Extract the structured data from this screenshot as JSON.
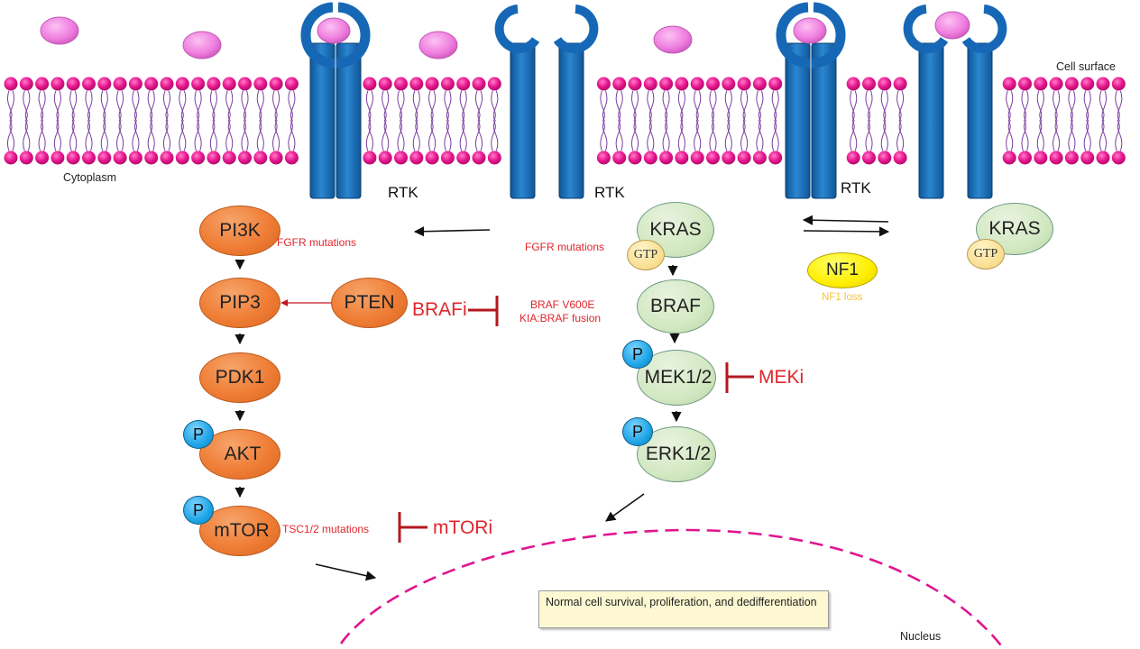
{
  "regions": {
    "cell_surface": "Cell surface",
    "cytoplasm": "Cytoplasm",
    "nucleus": "Nucleus"
  },
  "receptors": {
    "rtk_1": "RTK",
    "rtk_2": "RTK",
    "rtk_3": "RTK"
  },
  "pi3k_pathway": {
    "pi3k": "PI3K",
    "pip3": "PIP3",
    "pten": "PTEN",
    "pdk1": "PDK1",
    "akt": "AKT",
    "mtor": "mTOR"
  },
  "mapk_pathway": {
    "kras": "KRAS",
    "gtp": "GTP",
    "braf": "BRAF",
    "mek": "MEK1/2",
    "erk": "ERK1/2"
  },
  "ras_cycle": {
    "kras": "KRAS",
    "gtp": "GTP",
    "nf1": "NF1",
    "nf1_loss": "NF1 loss"
  },
  "phospho_label": "P",
  "alterations": {
    "fgfr_left": "FGFR mutations",
    "fgfr_right": "FGFR mutations",
    "braf_v600e": "BRAF V600E",
    "kia_braf": "KIA:BRAF fusion",
    "tsc": "TSC1/2 mutations"
  },
  "inhibitors": {
    "brafi": "BRAFi",
    "meki": "MEKi",
    "mtori": "mTORi"
  },
  "outcome": "Normal cell survival, proliferation, and dedifferentiation",
  "colors": {
    "membrane_head": "#e8158f",
    "membrane_tail": "#7b3f9e",
    "receptor": "#1668b6",
    "ligand": "#f07ee0",
    "node_orange": "#ef7d35",
    "node_green": "#d2e8c2",
    "gtp": "#f9dd8d",
    "phospho": "#1ea5e6",
    "nf1": "#ffee00",
    "inhibitor_bar": "#b3181e",
    "alteration_text": "#e0252b",
    "nucleus_border": "#e0158f",
    "outcome_box": "#fdf8d2"
  }
}
